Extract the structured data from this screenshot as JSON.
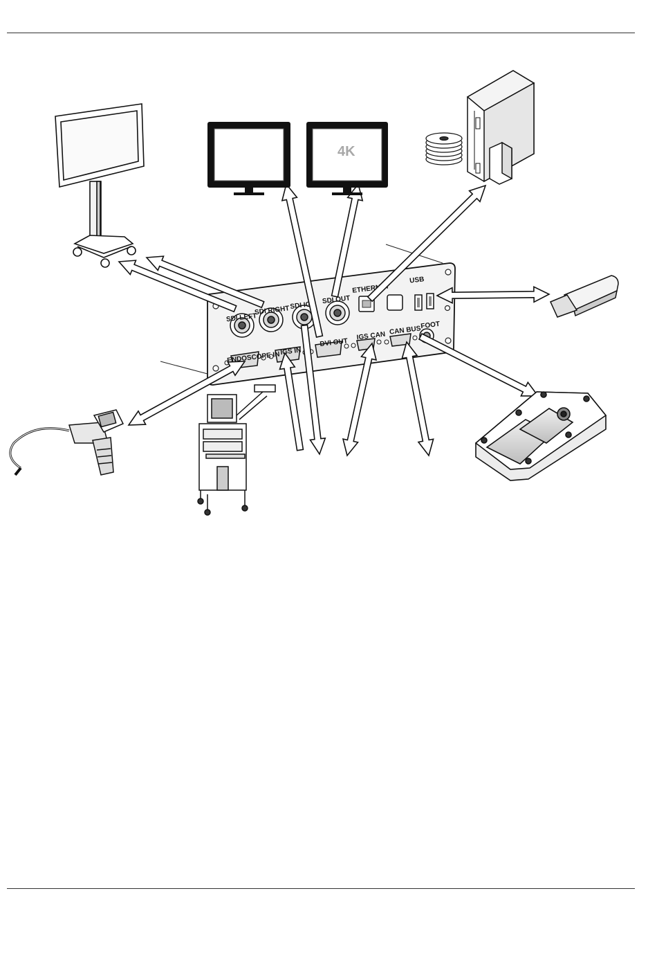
{
  "panel": {
    "ports": {
      "sdi_left": "SDI LEFT",
      "sdi_right": "SDI RIGHT",
      "sdi_igs": "SDI IGS",
      "sdi_out": "SDI OUT",
      "ethernet": "ETHERNET",
      "usb": "USB",
      "endoscope_in": "ENDOSCOPE IN",
      "igs_in": "IGS IN",
      "dvi_out": "DVI OUT",
      "igs_can": "IGS CAN",
      "can_bus": "CAN BUS",
      "foot": "FOOT"
    }
  },
  "monitor_4k": {
    "badge": "4K"
  }
}
